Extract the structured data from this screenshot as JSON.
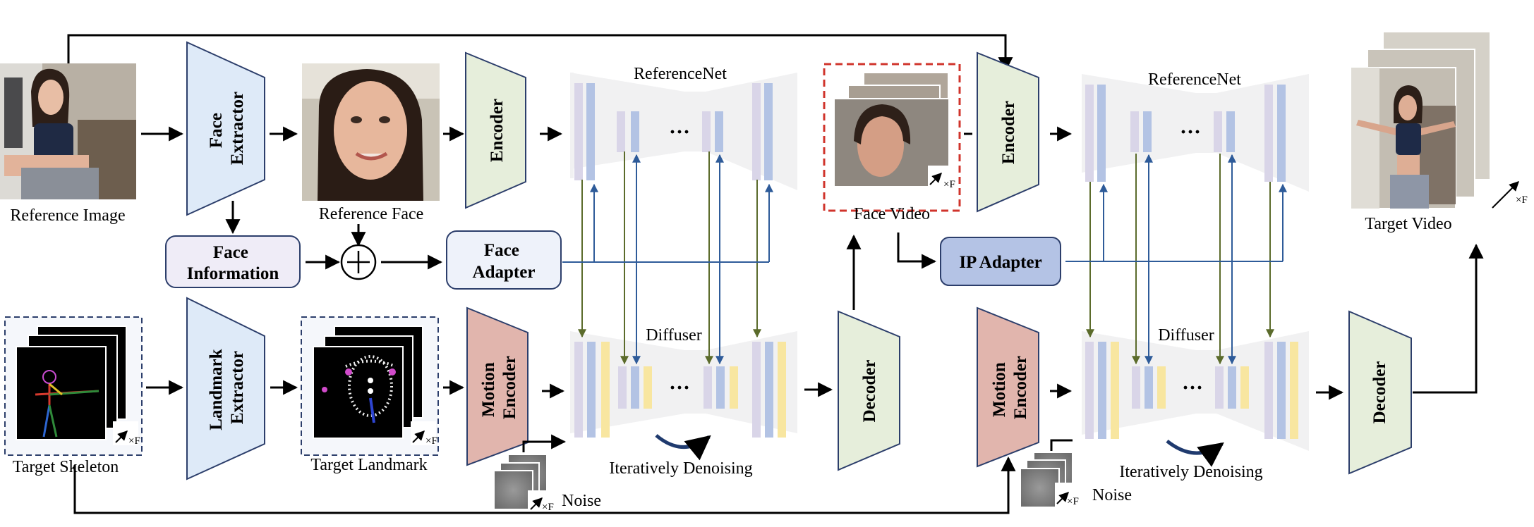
{
  "labels": {
    "reference_image": "Reference Image",
    "reference_face": "Reference Face",
    "face_video": "Face Video",
    "target_video": "Target Video",
    "target_skeleton": "Target Skeleton",
    "target_landmark": "Target Landmark",
    "noise_left": "Noise",
    "noise_right": "Noise",
    "referencenet_left": "ReferenceNet",
    "referencenet_right": "ReferenceNet",
    "diffuser_left": "Diffuser",
    "diffuser_right": "Diffuser",
    "denoise_left": "Iteratively Denoising",
    "denoise_right": "Iteratively Denoising"
  },
  "modules": {
    "face_extractor": [
      "Face",
      "Extractor"
    ],
    "landmark_extractor": [
      "Landmark",
      "Extractor"
    ],
    "encoder_left": "Encoder",
    "encoder_right": "Encoder",
    "motion_encoder_left": [
      "Motion",
      "Encoder"
    ],
    "motion_encoder_right": [
      "Motion",
      "Encoder"
    ],
    "decoder_left": "Decoder",
    "decoder_right": "Decoder",
    "face_information": [
      "Face",
      "Information"
    ],
    "face_adapter": [
      "Face",
      "Adapter"
    ],
    "ip_adapter": "IP Adapter"
  },
  "symbols": {
    "ellipsis": "···",
    "frames": "×F",
    "oplus": "+"
  },
  "colors": {
    "trap_blue": "#deeaf8",
    "trap_green": "#e6eedb",
    "trap_red": "#e1b5ad",
    "box_face_info": "#efecf7",
    "box_face_adapter": "#eef2fa",
    "box_ip_adapter": "#b4c3e5",
    "unet_bg": "#f1f1f2",
    "bar_lilac": "#d9d5e8",
    "bar_blue": "#b3c3e4",
    "bar_yellow": "#f8e6a0",
    "arrow_olive": "#5b6b2b",
    "arrow_navy": "#2e5b99",
    "dash_red": "#d0342c",
    "dash_navy": "#2c3e6b"
  }
}
